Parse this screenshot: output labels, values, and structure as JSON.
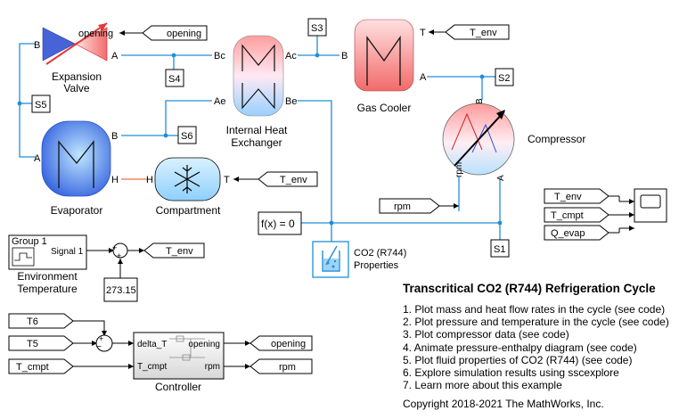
{
  "blocks": {
    "expansion_valve": {
      "label_line1": "Expansion",
      "label_line2": "Valve",
      "port_a": "A",
      "port_b": "B"
    },
    "ihx": {
      "label_line1": "Internal Heat",
      "label_line2": "Exchanger",
      "port_ac": "Ac",
      "port_bc": "Bc",
      "port_ae": "Ae",
      "port_be": "Be"
    },
    "gas_cooler": {
      "label": "Gas Cooler",
      "port_t": "T",
      "port_a": "A",
      "port_b": "B"
    },
    "compressor": {
      "label": "Compressor",
      "port_b": "B",
      "port_a": "A",
      "port_rpm": "rpm"
    },
    "evaporator": {
      "label": "Evaporator",
      "port_a": "A",
      "port_b": "B",
      "port_h": "H"
    },
    "compartment": {
      "label": "Compartment",
      "port_h": "H",
      "port_t": "T"
    },
    "fx": {
      "label": "f(x) = 0"
    },
    "co2_props": {
      "label_line1": "CO2 (R744)",
      "label_line2": "Properties"
    },
    "env_temp": {
      "group": "Group 1",
      "signal": "Signal 1",
      "label_line1": "Environment",
      "label_line2": "Temperature"
    },
    "constant": {
      "value": "273.15"
    },
    "sum_plus": "+",
    "controller": {
      "label": "Controller",
      "in_delta": "delta_T",
      "in_tcmpt": "T_cmpt",
      "out_opening": "opening",
      "out_rpm": "rpm"
    }
  },
  "sensors": {
    "s1": "S1",
    "s2": "S2",
    "s3": "S3",
    "s4": "S4",
    "s5": "S5",
    "s6": "S6"
  },
  "tags": {
    "opening_in": "opening",
    "tenv_gc": "T_env",
    "tenv_comp": "T_env",
    "rpm_in": "rpm",
    "tenv_out": "T_env",
    "scope_tenv": "T_env",
    "scope_tcmpt": "T_cmpt",
    "scope_qevap": "Q_evap",
    "t6": "T6",
    "t5": "T5",
    "tcmpt_in": "T_cmpt",
    "opening_out": "opening",
    "rpm_out": "rpm"
  },
  "description": {
    "title": "Transcritical CO2 (R744) Refrigeration Cycle",
    "items": [
      "1. Plot mass and heat flow rates in the cycle (see code)",
      "2. Plot pressure and temperature in the cycle (see code)",
      "3. Plot compressor data (see code)",
      "4. Animate pressure-enthalpy diagram (see code)",
      "5. Plot fluid properties of CO2 (R744) (see code)",
      "6. Explore simulation results using sscexplore",
      "7. Learn more about this example"
    ],
    "copyright": "Copyright 2018-2021 The MathWorks, Inc."
  },
  "colors": {
    "thermal_liquid_line": "#1f8fd6",
    "thermal_line": "#e8733a",
    "hot": "#f36b6b",
    "cold": "#9ed7ff",
    "valve": "#3f5bd8"
  }
}
